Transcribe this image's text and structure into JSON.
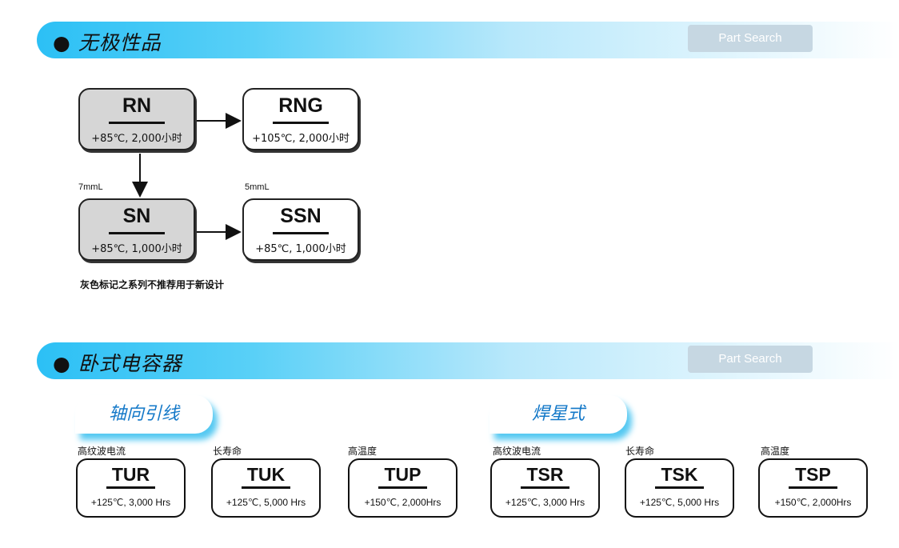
{
  "section1": {
    "title": "● 无极性品",
    "part_search": "Part Search"
  },
  "diagram": {
    "boxes": [
      {
        "name": "RN",
        "spec": "+85℃, 2,000小时",
        "style": "gray"
      },
      {
        "name": "RNG",
        "spec": "+105℃, 2,000小时",
        "style": "white"
      },
      {
        "name": "SN",
        "spec": "+85℃, 1,000小时",
        "style": "gray"
      },
      {
        "name": "SSN",
        "spec": "+85℃, 1,000小时",
        "style": "white"
      }
    ],
    "label_sn": "7mmL",
    "label_ssn": "5mmL",
    "caption": "灰色标记之系列不推荐用于新设计"
  },
  "section2": {
    "title": "● 卧式电容器",
    "part_search": "Part Search"
  },
  "groups": [
    {
      "label": "轴向引线"
    },
    {
      "label": "焊星式"
    }
  ],
  "products": [
    {
      "category": "高纹波电流",
      "name": "TUR",
      "spec": "+125℃, 3,000 Hrs"
    },
    {
      "category": "长寿命",
      "name": "TUK",
      "spec": "+125℃, 5,000 Hrs"
    },
    {
      "category": "高温度",
      "name": "TUP",
      "spec": "+150℃, 2,000Hrs"
    },
    {
      "category": "高纹波电流",
      "name": "TSR",
      "spec": "+125℃, 3,000 Hrs"
    },
    {
      "category": "长寿命",
      "name": "TSK",
      "spec": "+125℃, 5,000 Hrs"
    },
    {
      "category": "高温度",
      "name": "TSP",
      "spec": "+150℃, 2,000Hrs"
    }
  ],
  "colors": {
    "bar_accent": "#2cc0f5",
    "button_bg": "#c6d7e2",
    "pill_text": "#1378c8",
    "gray_box": "#d6d6d6"
  }
}
